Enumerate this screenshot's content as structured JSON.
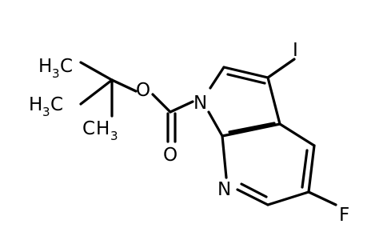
{
  "molecule": {
    "atoms": {
      "iodine": "I",
      "fluorine": "F",
      "nitrogen_ring": "N",
      "nitrogen_pyridine": "N",
      "oxygen_ester": "O",
      "oxygen_carbonyl": "O"
    },
    "methyl_groups": [
      {
        "h": "H",
        "sub": "3",
        "c": "C"
      },
      {
        "h": "H",
        "sub": "3",
        "c": "C"
      },
      {
        "c": "C",
        "h": "H",
        "sub": "3"
      }
    ],
    "colors": {
      "bond": "#000000",
      "background": "#ffffff"
    }
  }
}
